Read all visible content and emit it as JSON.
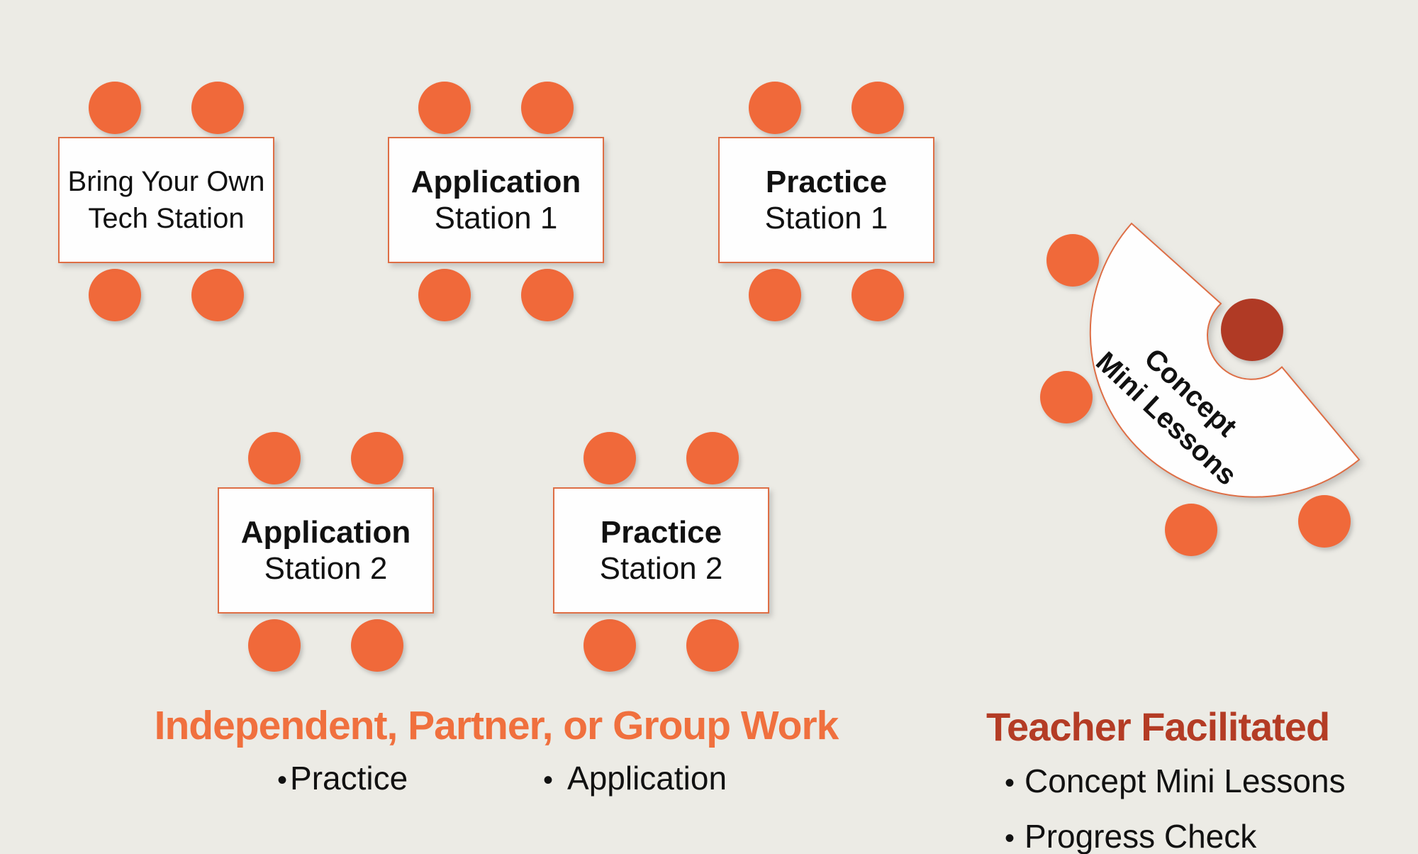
{
  "palette": {
    "background": "#ECEBE5",
    "chair_orange": "#F0693A",
    "teacher_red": "#B03A25",
    "box_border": "#DE6E45",
    "box_fill": "#FEFEFE",
    "heading_orange": "#F0703E",
    "heading_red": "#B43C25",
    "text_black": "#111111"
  },
  "bullet_char": "•",
  "stations": [
    {
      "line1": "Bring Your Own",
      "line2": "Tech Station",
      "chairs": 4
    },
    {
      "line1": "Application",
      "line2": "Station 1",
      "chairs": 4
    },
    {
      "line1": "Practice",
      "line2": "Station 1",
      "chairs": 4
    },
    {
      "line1": "Application",
      "line2": "Station 2",
      "chairs": 4
    },
    {
      "line1": "Practice",
      "line2": "Station 2",
      "chairs": 4
    }
  ],
  "teacher_station": {
    "label_line1": "Concept",
    "label_line2": "Mini Lessons",
    "student_chairs": 4,
    "teacher_seats": 1
  },
  "legend_left": {
    "title": "Independent, Partner, or Group Work",
    "bullets": [
      "Practice",
      "Application"
    ]
  },
  "legend_right": {
    "title": "Teacher Facilitated",
    "bullets": [
      "Concept Mini Lessons",
      "Progress Check"
    ]
  }
}
